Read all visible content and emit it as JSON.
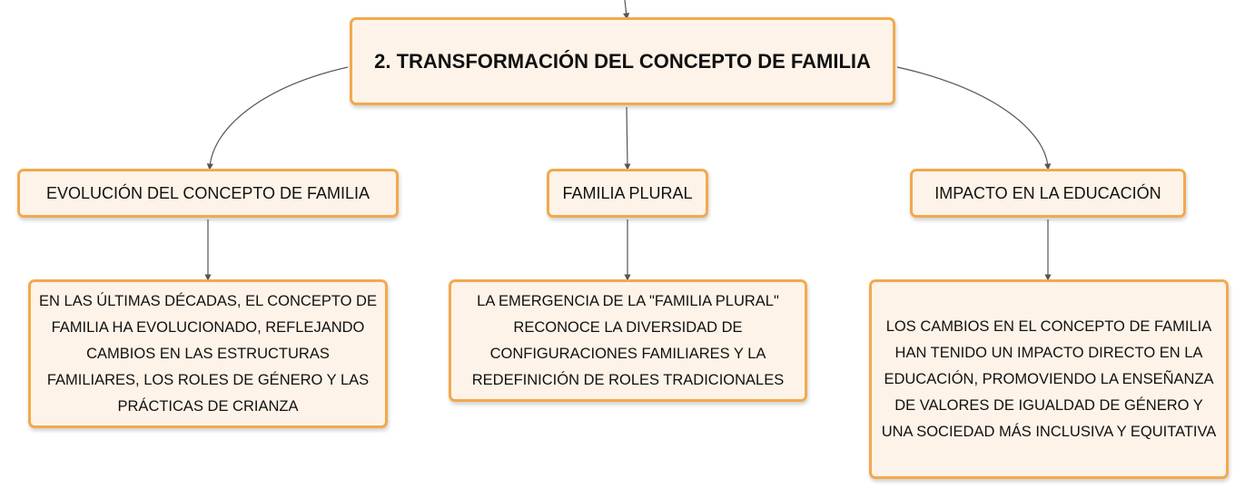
{
  "root": {
    "label": "2. TRANSFORMACIÓN DEL CONCEPTO DE FAMILIA"
  },
  "topics": [
    {
      "label": "EVOLUCIÓN DEL CONCEPTO DE FAMILIA",
      "detail": "EN LAS ÚLTIMAS DÉCADAS, EL CONCEPTO DE FAMILIA HA EVOLUCIONADO, REFLEJANDO CAMBIOS EN LAS ESTRUCTURAS FAMILIARES, LOS ROLES DE GÉNERO Y LAS PRÁCTICAS DE CRIANZA"
    },
    {
      "label": "FAMILIA PLURAL",
      "detail": "LA EMERGENCIA DE LA \"FAMILIA PLURAL\" RECONOCE LA DIVERSIDAD DE CONFIGURACIONES FAMILIARES Y LA REDEFINICIÓN DE ROLES TRADICIONALES"
    },
    {
      "label": "IMPACTO EN LA EDUCACIÓN",
      "detail": "LOS CAMBIOS EN EL CONCEPTO DE FAMILIA HAN TENIDO UN IMPACTO DIRECTO EN LA EDUCACIÓN, PROMOVIENDO LA ENSEÑANZA DE VALORES DE IGUALDAD DE GÉNERO Y UNA SOCIEDAD MÁS INCLUSIVA Y EQUITATIVA"
    }
  ],
  "colors": {
    "node_fill": "#fdf3e8",
    "node_border": "#f2a94e",
    "connector": "#555555"
  }
}
